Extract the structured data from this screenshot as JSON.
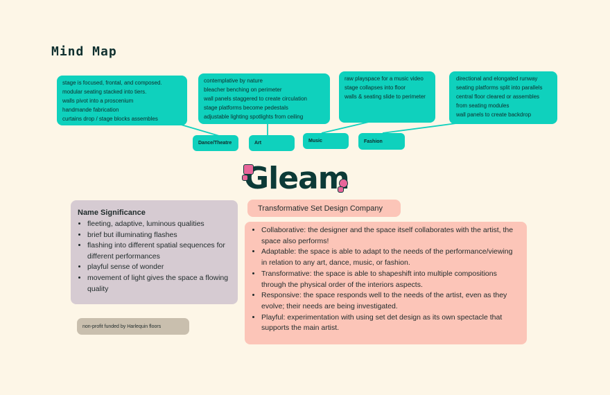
{
  "header": {
    "title": "Mind Map"
  },
  "mindmap": {
    "notes": [
      {
        "lines": [
          "stage is focused, frontal, and composed.",
          "modular seating stacked into tiers.",
          "walls pivot into a proscenium",
          "handmande fabrication",
          "curtains drop  / stage blocks assembles"
        ]
      },
      {
        "lines": [
          "contemplative by nature",
          "bleacher benching on perimeter",
          "wall panels staggered to create circulation",
          "stage platforms become pedestals",
          "adjustable lighting spotlights from ceiling"
        ]
      },
      {
        "lines": [
          "raw playspace for a music video",
          "stage collapses into floor",
          "walls & seating slide to perimeter"
        ]
      },
      {
        "lines": [
          "directional and elongated runway",
          "seating platforms split into parallels",
          "central floor cleared or assembles",
          "from seating modules",
          "wall panels to create backdrop"
        ]
      }
    ],
    "categories": [
      "Dance/Theatre",
      "Art",
      "Music",
      "Fashion"
    ]
  },
  "brand": {
    "logo_text": "Gleam",
    "tagline": "Transformative Set Design Company"
  },
  "name_significance": {
    "heading": "Name Significance",
    "items": [
      "fleeting, adaptive, luminous qualities",
      "brief but illuminating flashes",
      "flashing into different spatial sequences for different performances",
      "playful sense of wonder",
      "movement of light gives the space a flowing quality"
    ]
  },
  "traits": [
    "Collaborative: the designer and the space itself collaborates with the artist, the space also performs!",
    "Adaptable: the space is able to adapt to the needs of the performance/viewing in relation to any art, dance, music, or fashion.",
    "Transformative: the space is able to shapeshift into multiple compositions through the physical order of the interiors aspects.",
    "Responsive:  the space responds well to the needs of the artist, even as they evolve; their needs are being investigated.",
    "Playful: experimentation with using set det design as its own spectacle that supports the main artist."
  ],
  "footer_badge": "non-profit funded by Harlequin floors",
  "colors": {
    "teal": "#0fd1bd",
    "lilac": "#d6cbd2",
    "salmon": "#fcc5b8",
    "background": "#fdf6e7",
    "logo": "#0c3a37",
    "accent_pink": "#e8669a"
  }
}
